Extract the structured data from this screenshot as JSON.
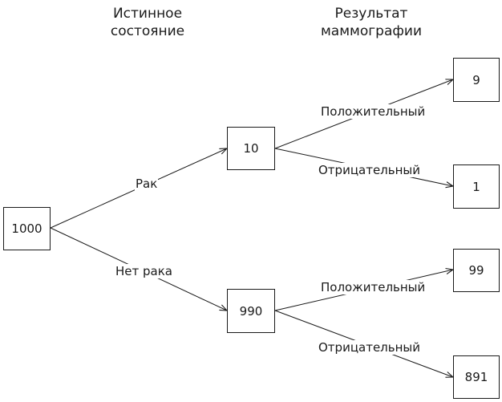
{
  "headers": {
    "true_state": [
      "Истинное",
      "состояние"
    ],
    "mammography_result": [
      "Результат",
      "маммографии"
    ]
  },
  "nodes": {
    "root": "1000",
    "cancer": "10",
    "no_cancer": "990",
    "cancer_positive": "9",
    "cancer_negative": "1",
    "no_cancer_positive": "99",
    "no_cancer_negative": "891"
  },
  "edges": {
    "cancer": "Рак",
    "no_cancer": "Нет рака",
    "positive": "Положительный",
    "negative": "Отрицательный"
  }
}
